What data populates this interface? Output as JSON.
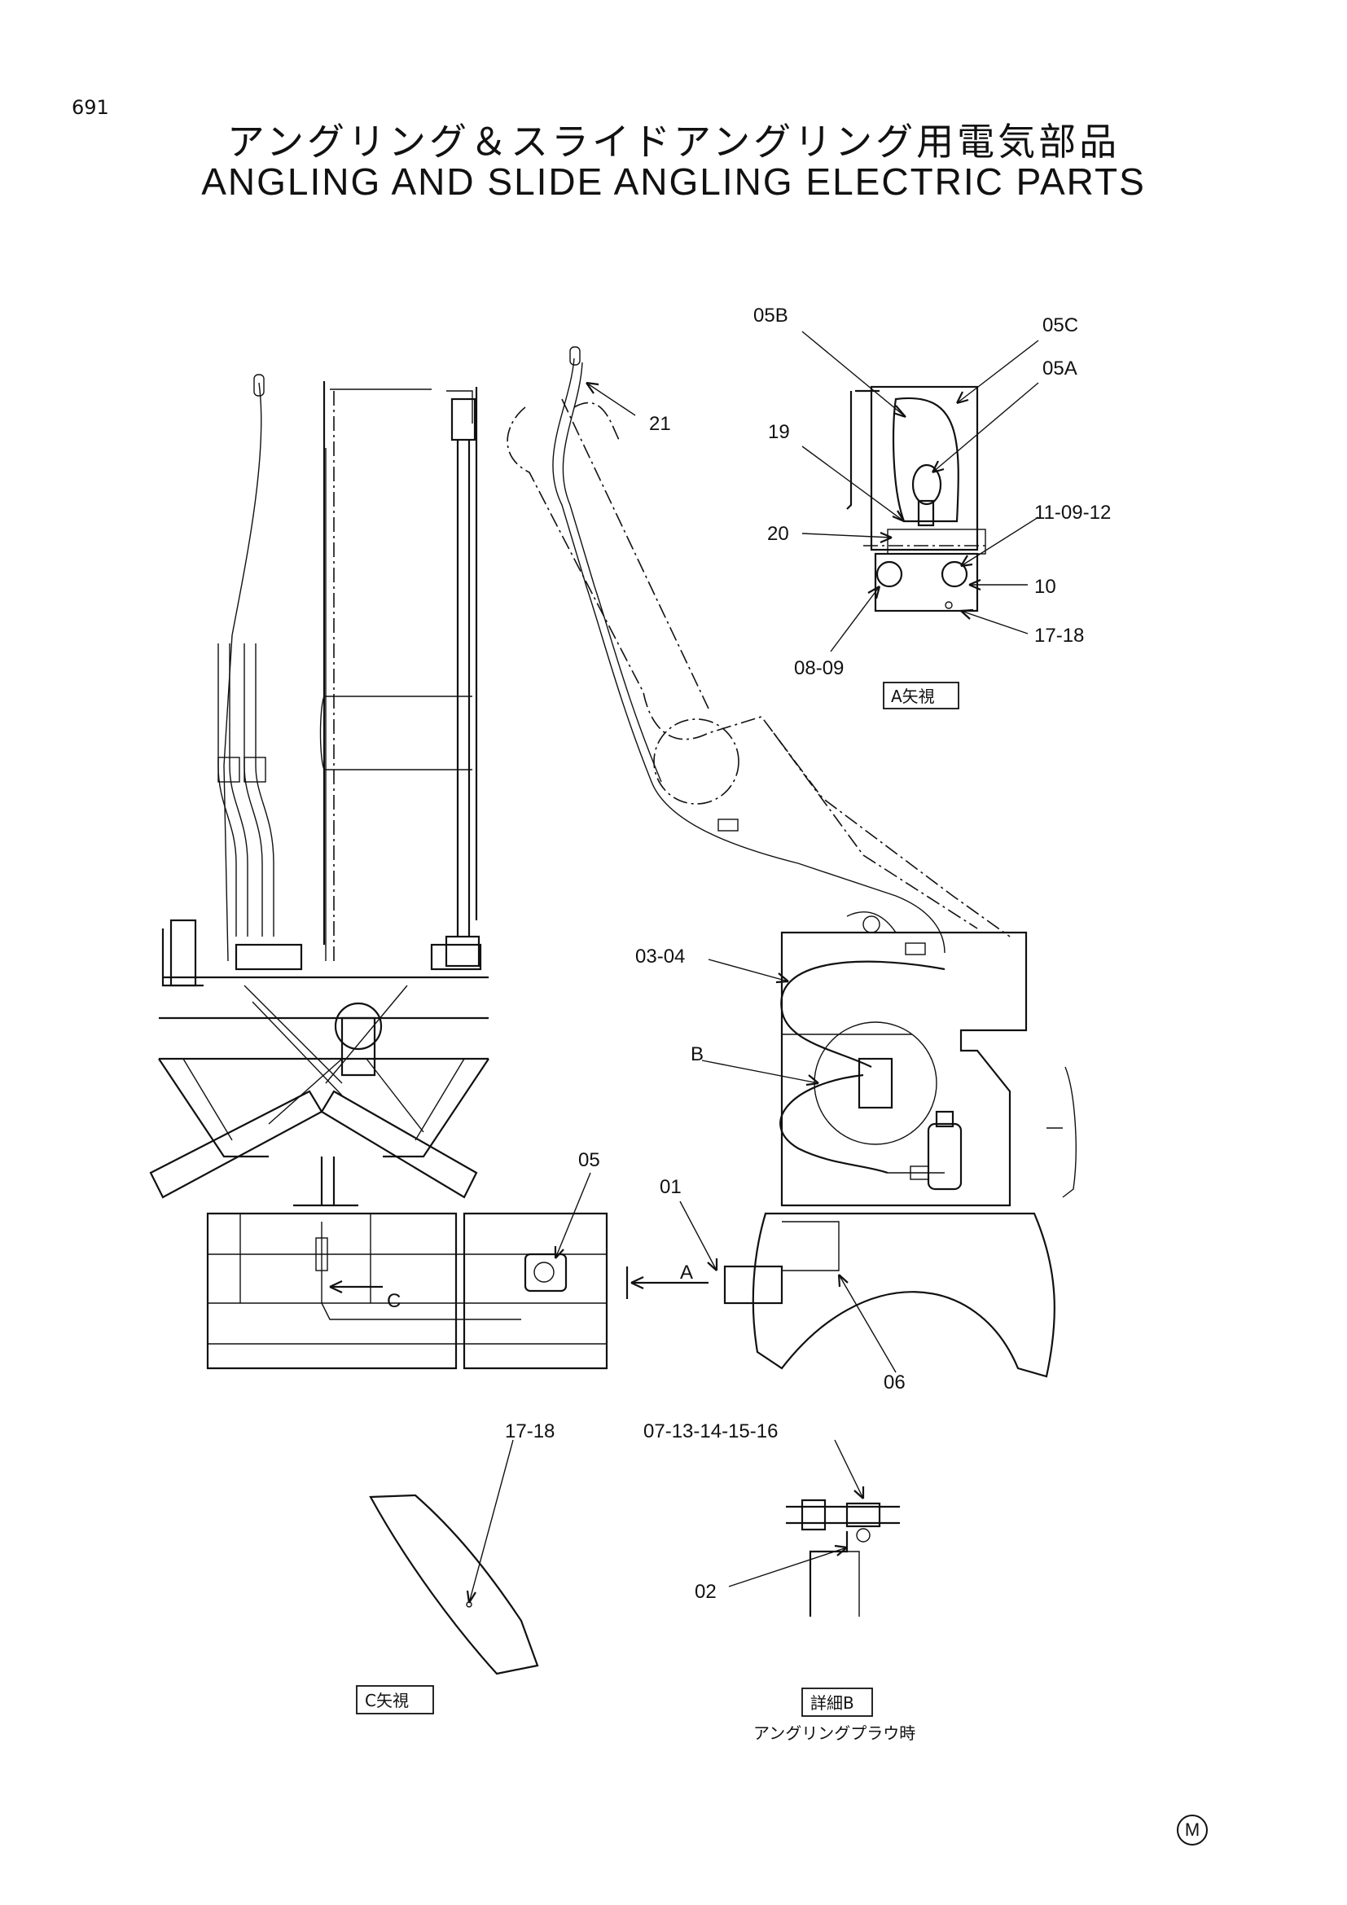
{
  "page": {
    "number": "691",
    "title_jp": "アングリング＆スライドアングリング用電気部品",
    "title_en": "ANGLING AND SLIDE ANGLING ELECTRIC PARTS",
    "corner_mark": "M"
  },
  "callouts": {
    "c05b": "05B",
    "c05c": "05C",
    "c05a": "05A",
    "c21": "21",
    "c19": "19",
    "c20": "20",
    "c11_09_12": "11-09-12",
    "c10": "10",
    "c17_18_top": "17-18",
    "c08_09": "08-09",
    "c03_04": "03-04",
    "cB": "B",
    "c05": "05",
    "c01": "01",
    "cA": "A",
    "cC": "C",
    "c06": "06",
    "c17_18_bottom": "17-18",
    "c07_16": "07-13-14-15-16",
    "c02": "02"
  },
  "views": {
    "view_a": "A矢視",
    "view_c": "C矢視",
    "detail_b": "詳細B",
    "detail_b_caption": "アングリングプラウ時"
  }
}
